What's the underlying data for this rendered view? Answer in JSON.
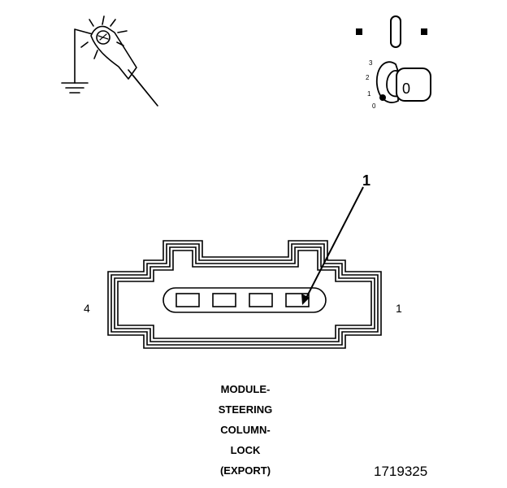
{
  "key_switch": {
    "positions": [
      "3",
      "2",
      "1",
      "0"
    ],
    "key_label": "0"
  },
  "connector": {
    "cavity_count": 4,
    "pin_left": "4",
    "pin_right": "1",
    "callout": "1"
  },
  "caption": {
    "lines": [
      "MODULE-",
      "STEERING",
      "COLUMN-",
      "LOCK",
      "(EXPORT)"
    ]
  },
  "figure_id": "1719325"
}
